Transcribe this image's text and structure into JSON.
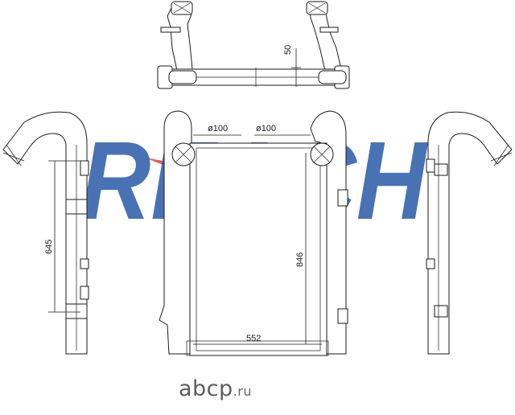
{
  "brand": {
    "logo_text": "REACH",
    "logo_color": "#2f5fa8",
    "accent_color": "#e23b3b"
  },
  "dimensions": {
    "pipe_offset": "50",
    "inlet_left": "ø100",
    "inlet_right": "ø100",
    "core_height": "846",
    "mount_height": "645",
    "core_width": "552"
  },
  "watermark": {
    "name": "abcp",
    "tld": ".ru"
  }
}
